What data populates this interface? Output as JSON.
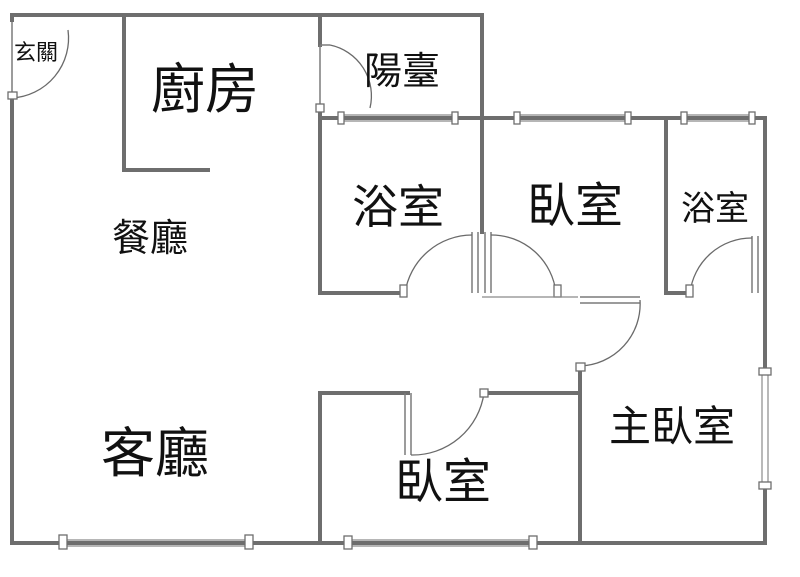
{
  "rooms": {
    "entrance": "玄關",
    "kitchen": "廚房",
    "balcony": "陽臺",
    "dining": "餐廳",
    "bath1": "浴室",
    "bedroom1": "臥室",
    "bath2": "浴室",
    "living": "客廳",
    "bedroom2": "臥室",
    "master": "主臥室"
  }
}
